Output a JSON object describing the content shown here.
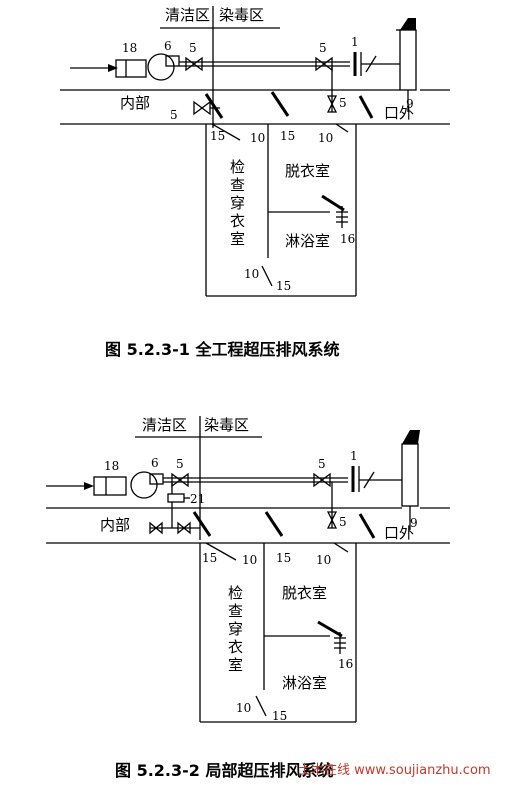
{
  "figure1": {
    "zone_clean": "清洁区",
    "zone_toxic": "染毒区",
    "label_inside": "内部",
    "label_outside": "口外",
    "room_inspect": [
      "检",
      "查",
      "穿",
      "衣",
      "室"
    ],
    "room_undress": "脱衣室",
    "room_shower": "淋浴室",
    "caption": "图 5.2.3-1   全工程超压排风系统",
    "numbers": {
      "n18": "18",
      "n6": "6",
      "n5a": "5",
      "n5b": "5",
      "n1": "1",
      "n5c": "5",
      "n9": "9",
      "n5d": "5",
      "n15a": "15",
      "n10a": "10",
      "n15b": "15",
      "n10b": "10",
      "n16": "16",
      "n10c": "10",
      "n15c": "15"
    }
  },
  "figure2": {
    "zone_clean": "清洁区",
    "zone_toxic": "染毒区",
    "label_inside": "内部",
    "label_outside": "口外",
    "room_inspect": [
      "检",
      "查",
      "穿",
      "衣",
      "室"
    ],
    "room_undress": "脱衣室",
    "room_shower": "淋浴室",
    "caption": "图 5.2.3-2   局部超压排风系统",
    "numbers": {
      "n18": "18",
      "n6": "6",
      "n5a": "5",
      "n21": "21",
      "n5b": "5",
      "n1": "1",
      "n5c": "5",
      "n9": "9",
      "n15a": "15",
      "n10a": "10",
      "n15b": "15",
      "n10b": "10",
      "n16": "16",
      "n10c": "10",
      "n15c": "15"
    }
  },
  "watermark": "土木在线 www.soujianzhu.com"
}
